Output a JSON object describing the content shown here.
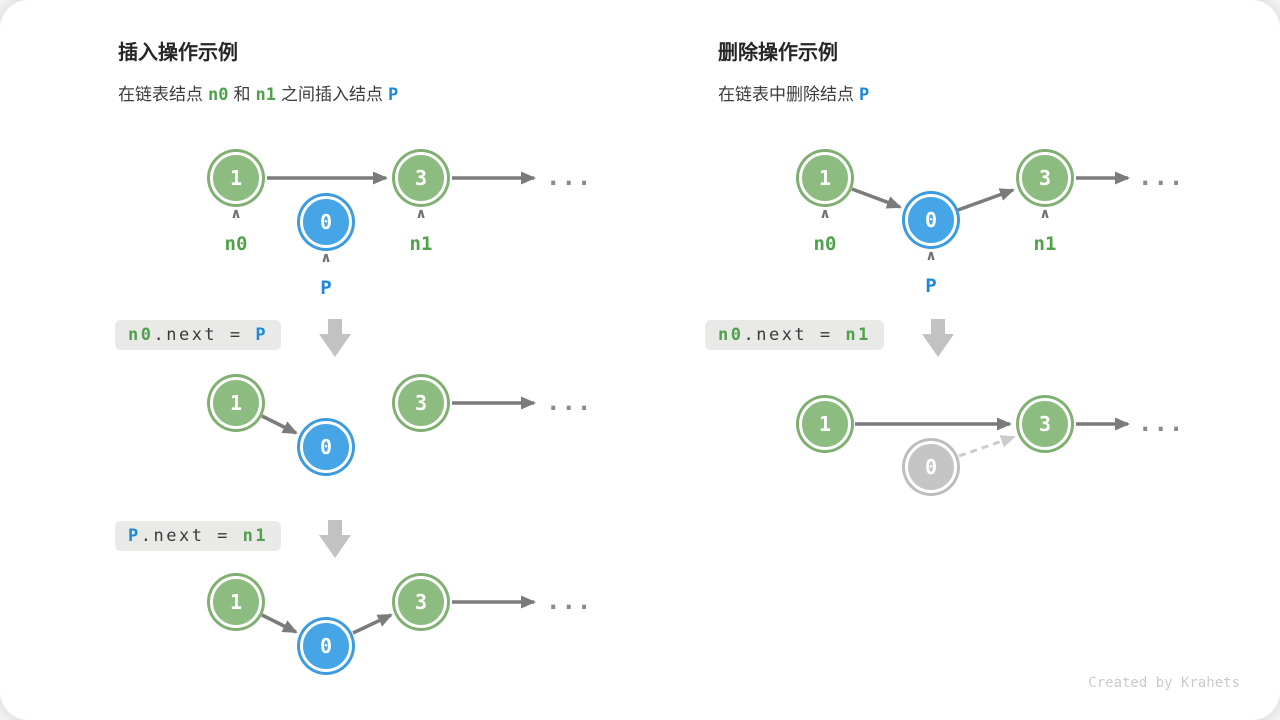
{
  "panels": {
    "insert": {
      "title": "插入操作示例",
      "subtitle": {
        "part1": "在链表结点",
        "n0": "n0",
        "part2": "和",
        "n1": "n1",
        "part3": "之间插入结点",
        "p": "P"
      },
      "code_step1": {
        "lhs": "n0",
        "op": ".next = ",
        "rhs": "P"
      },
      "code_step2": {
        "lhs": "P",
        "op": ".next = ",
        "rhs": "n1"
      }
    },
    "delete": {
      "title": "删除操作示例",
      "subtitle": {
        "part1": "在链表中删除结点",
        "p": "P"
      },
      "code_step1": {
        "lhs": "n0",
        "op": ".next = ",
        "rhs": "n1"
      }
    }
  },
  "node_values": {
    "one": "1",
    "three": "3",
    "zero": "0"
  },
  "pointer_labels": {
    "n0": "n0",
    "n1": "n1",
    "p": "P"
  },
  "ellipsis": "...",
  "icons": {
    "caret_up": "∧",
    "down_block_arrow": "down-block-arrow"
  },
  "credit": "Created by Krahets",
  "colors": {
    "node_green": "#8DBC80",
    "node_green_ring": "#7FAF71",
    "node_blue": "#45A5E6",
    "node_blue_ring": "#3B9BDE",
    "node_gray": "#C5C5C5",
    "node_gray_ring": "#BDBDBD",
    "label_green": "#4FA14C",
    "label_blue": "#1E88D8",
    "arrow": "#7B7B7B",
    "dashed_arrow": "#CCCCCC",
    "code_bg": "#E9E9E7",
    "block_arrow": "#C2C2C2"
  }
}
